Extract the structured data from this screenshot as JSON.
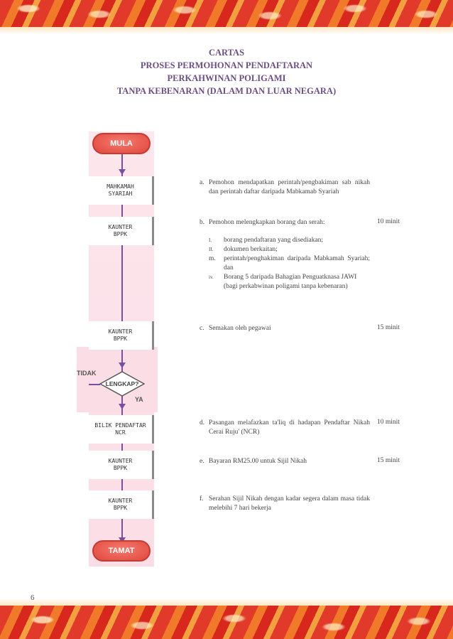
{
  "title": {
    "line1": "CARTAS",
    "line2": "PROSES PERMOHONAN PENDAFTARAN",
    "line3": "PERKAHWINAN POLIGAMI",
    "line4": "TANPA KEBENARAN (DALAM DAN LUAR NEGARA)"
  },
  "flow": {
    "start": "MULA",
    "end": "TAMAT",
    "decision": "LENGKAP?",
    "no_label": "TIDAK",
    "yes_label": "YA",
    "boxes": [
      {
        "line1": "MAHKAMAH",
        "line2": "SYARIAH"
      },
      {
        "line1": "KAUNTER",
        "line2": "BPPK"
      },
      {
        "line1": "KAUNTER",
        "line2": "BPPK"
      },
      {
        "line1": "BILIK PENDAFTAR",
        "line2": "NCR"
      },
      {
        "line1": "KAUNTER",
        "line2": "BPPK"
      },
      {
        "line1": "KAUNTER",
        "line2": "BPPK"
      }
    ]
  },
  "steps": {
    "a": {
      "letter": "a.",
      "text": "Pemohon mendapatkan perintah/pengbakiman sab nikah dan perintah daftar daripada Mabkamab Syariah",
      "duration": ""
    },
    "b": {
      "letter": "b.",
      "text": "Pemohon melengkapkan borang dan serah:",
      "duration": "10 minit",
      "items": [
        {
          "num": "I.",
          "text": "borang pendaftaran yang disediakan;"
        },
        {
          "num": "II.",
          "text": "dokumen berkaitan;"
        },
        {
          "num": "m.",
          "text": "perintah/penghakiman daripada Mabkamah Syariah; dan"
        },
        {
          "num": "iv.",
          "text": "Borang 5 daripada Bahagian Penguatknasa JAWI (bagi perkabwinan poligami tanpa kebenaran)"
        }
      ]
    },
    "c": {
      "letter": "c.",
      "text": "Semakan oleh pegawai",
      "duration": "15 minit"
    },
    "d": {
      "letter": "d.",
      "text": "Pasangan melafazkan ta'liq di hadapan Pendaftar Nikah Cerai Ruju' (NCR)",
      "duration": "10 minit"
    },
    "e": {
      "letter": "e.",
      "text": "Bayaran RM25.00 untuk Sijil Nikah",
      "duration": "15 minit"
    },
    "f": {
      "letter": "f.",
      "text": "Serahan Sijil Nikah dengan kadar segera dalam masa tidak melebihi 7 hari bekerja",
      "duration": ""
    }
  },
  "page_number": "6",
  "colors": {
    "accent": "#6b4f82",
    "oval": "#e0473d",
    "arrow": "#7b4fa0"
  }
}
